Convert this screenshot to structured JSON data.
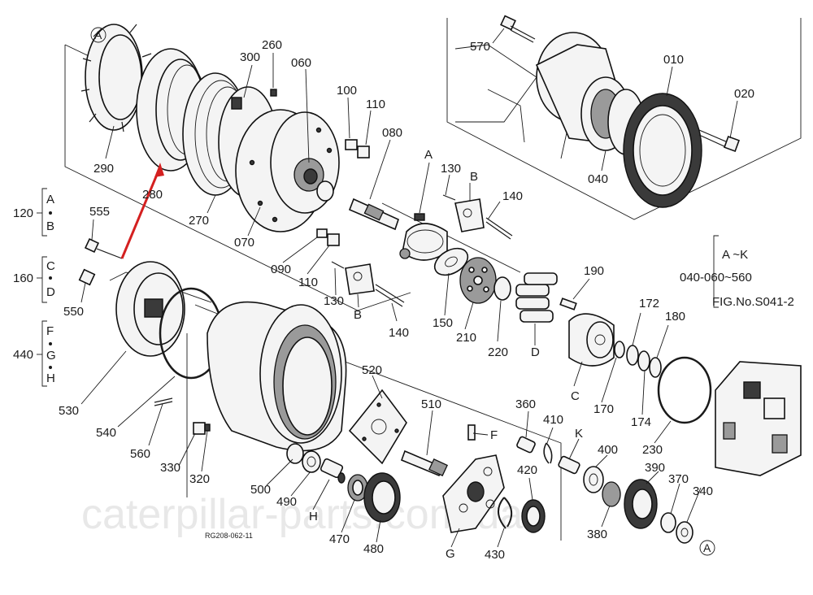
{
  "callouts": {
    "c010": "010",
    "c020": "020",
    "c040": "040",
    "c570": "570",
    "c060": "060",
    "c070": "070",
    "c080": "080",
    "c090": "090",
    "c100": "100",
    "c110a": "110",
    "c110b": "110",
    "c130a": "130",
    "c130b": "130",
    "c140a": "140",
    "c140b": "140",
    "c150": "150",
    "c170": "170",
    "c172": "172",
    "c174": "174",
    "c180": "180",
    "c190": "190",
    "c210": "210",
    "c220": "220",
    "c230": "230",
    "c260": "260",
    "c270": "270",
    "c280": "280",
    "c290": "290",
    "c300": "300",
    "c320": "320",
    "c330": "330",
    "c340": "340",
    "c360": "360",
    "c370": "370",
    "c380": "380",
    "c390": "390",
    "c400": "400",
    "c410": "410",
    "c420": "420",
    "c430": "430",
    "c470": "470",
    "c480": "480",
    "c490": "490",
    "c500": "500",
    "c510": "510",
    "c520": "520",
    "c530": "530",
    "c540": "540",
    "c550": "550",
    "c555": "555",
    "c560": "560"
  },
  "letters": {
    "A1": "A",
    "B1": "B",
    "B2": "B",
    "C": "C",
    "D": "D",
    "F": "F",
    "G": "G",
    "H": "H",
    "K": "K",
    "circleA1": "A",
    "circleA2": "A"
  },
  "groups": {
    "g120": "120",
    "g160": "160",
    "g440": "440",
    "A": "A",
    "B": "B",
    "C": "C",
    "D": "D",
    "F": "F",
    "G": "G",
    "H": "H"
  },
  "note": {
    "range": "A ~K",
    "line2": "040-060~560",
    "line3": "FIG.No.S041-2"
  },
  "reference": "RG208-062-11",
  "watermark": "caterpillar-parts.com.ua",
  "colors": {
    "arrow": "#d42020",
    "ink": "#1a1a1a"
  }
}
